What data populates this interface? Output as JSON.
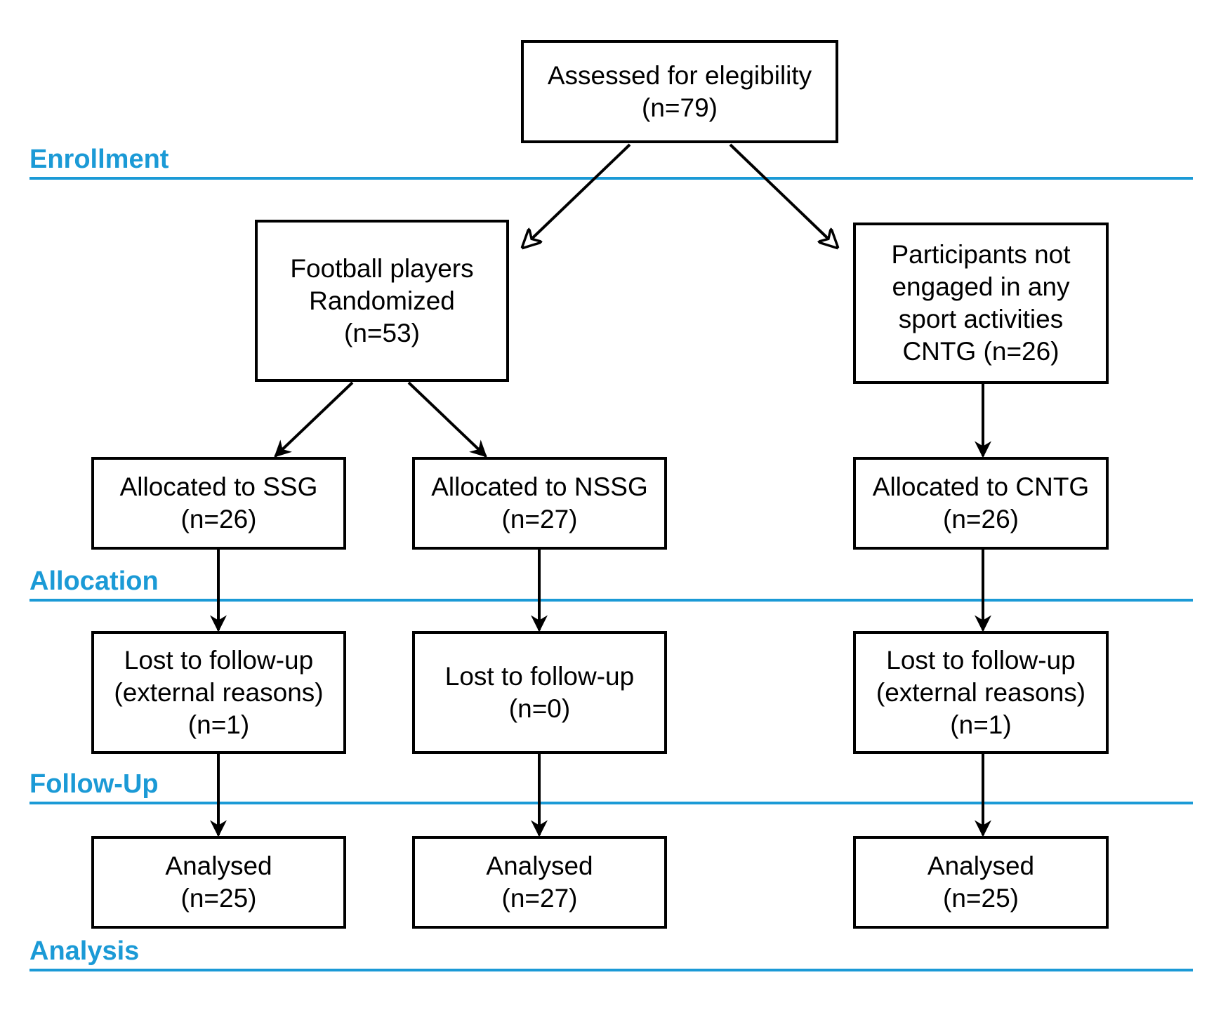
{
  "colors": {
    "phase": "#1b9ad6",
    "box_border": "#000000"
  },
  "phases": [
    {
      "label": "Enrollment"
    },
    {
      "label": "Allocation"
    },
    {
      "label": "Follow-Up"
    },
    {
      "label": "Analysis"
    }
  ],
  "boxes": {
    "assessed": {
      "line1": "Assessed for elegibility",
      "line2": "(n=79)"
    },
    "randomized": {
      "line1": "Football players",
      "line2": "Randomized",
      "line3": "(n=53)"
    },
    "not_engaged": {
      "line1": "Participants not",
      "line2": "engaged in any",
      "line3": "sport activities",
      "line4": "CNTG (n=26)"
    },
    "alloc_ssg": {
      "line1": "Allocated to SSG",
      "line2": "(n=26)"
    },
    "alloc_nssg": {
      "line1": "Allocated to NSSG",
      "line2": "(n=27)"
    },
    "alloc_cntg": {
      "line1": "Allocated to CNTG",
      "line2": "(n=26)"
    },
    "lost_ssg": {
      "line1": "Lost to follow-up",
      "line2": "(external reasons)",
      "line3": "(n=1)"
    },
    "lost_nssg": {
      "line1": "Lost to follow-up",
      "line2": "(n=0)"
    },
    "lost_cntg": {
      "line1": "Lost to follow-up",
      "line2": "(external reasons)",
      "line3": "(n=1)"
    },
    "analysed_ssg": {
      "line1": "Analysed",
      "line2": "(n=25)"
    },
    "analysed_nssg": {
      "line1": "Analysed",
      "line2": "(n=27)"
    },
    "analysed_cntg": {
      "line1": "Analysed",
      "line2": "(n=25)"
    }
  }
}
